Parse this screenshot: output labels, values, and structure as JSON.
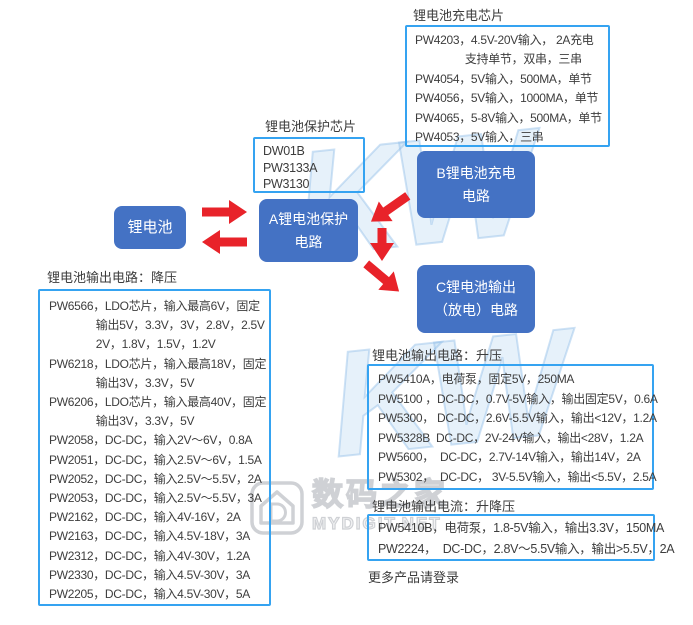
{
  "colors": {
    "node_fill": "#4472C4",
    "panel_border": "#35A3F1",
    "arrow_red": "#E8232A",
    "text": "#3D3D3D",
    "watermark_blue": "#ADD0F0",
    "watermark_gray": "#A8ADB3"
  },
  "nodes": {
    "battery": {
      "label": "锂电池"
    },
    "protect": {
      "line1": "A锂电池保护",
      "line2": "电路"
    },
    "charge": {
      "line1": "B锂电池充电",
      "line2": "电路"
    },
    "output": {
      "line1": "C锂电池输出",
      "line2": "（放电）电路"
    }
  },
  "sections": {
    "charging_chips": {
      "title": "锂电池充电芯片",
      "items": [
        "PW4203，4.5V-20V输入， 2A充电",
        "　　　　 支持单节，双串，三串",
        "PW4054，5V输入，500MA，单节",
        "PW4056，5V输入，1000MA，单节",
        "PW4065，5-8V输入，500MA，单节",
        "PW4053，5V输入，三串"
      ]
    },
    "protection_chips": {
      "title": "锂电池保护芯片",
      "items": [
        "DW01B",
        "PW3133A",
        "PW3130"
      ]
    },
    "buck": {
      "title": "锂电池输出电路：降压",
      "items": [
        "PW6566，LDO芯片，输入最高6V，固定",
        "　　　　输出5V，3.3V，3V，2.8V，2.5V",
        "　　　　2V，1.8V，1.5V，1.2V",
        "PW6218，LDO芯片，输入最高18V，固定",
        "　　　　输出3V，3.3V，5V",
        "PW6206，LDO芯片，输入最高40V，固定",
        "　　　　输出3V，3.3V，5V",
        "PW2058，DC-DC，输入2V～6V，0.8A",
        "PW2051，DC-DC，输入2.5V～6V，1.5A",
        "PW2052，DC-DC，输入2.5V～5.5V，2A",
        "PW2053，DC-DC，输入2.5V～5.5V，3A",
        "PW2162，DC-DC，输入4V-16V，2A",
        "PW2163，DC-DC，输入4.5V-18V，3A",
        "PW2312，DC-DC，输入4V-30V，1.2A",
        "PW2330，DC-DC，输入4.5V-30V，3A",
        "PW2205，DC-DC，输入4.5V-30V，5A"
      ]
    },
    "boost": {
      "title": "锂电池输出电路：升压",
      "items": [
        "PW5410A，电荷泵，固定5V，250MA",
        "PW5100 ，DC-DC，0.7V-5V输入，输出固定5V，0.6A",
        "PW5300， DC-DC，2.6V-5.5V输入，输出<12V，1.2A",
        "PW5328B  DC-DC，2V-24V输入，输出<28V，1.2A",
        "PW5600，  DC-DC，2.7V-14V输入，输出14V，2A",
        "PW5302，  DC-DC， 3V-5.5V输入，输出<5.5V，2.5A"
      ]
    },
    "buck_boost": {
      "title": "锂电池输出电流：升降压",
      "items": [
        "PW5410B，电荷泵，1.8-5V输入，输出3.3V，150MA",
        "PW2224，  DC-DC，2.8V～5.5V输入，输出>5.5V，2A"
      ]
    }
  },
  "footer": {
    "more_products": "更多产品请登录"
  },
  "watermarks": {
    "kw_text": "KW",
    "site_name_cn": "数码之家",
    "site_domain": "MYDIGIT.NET"
  }
}
